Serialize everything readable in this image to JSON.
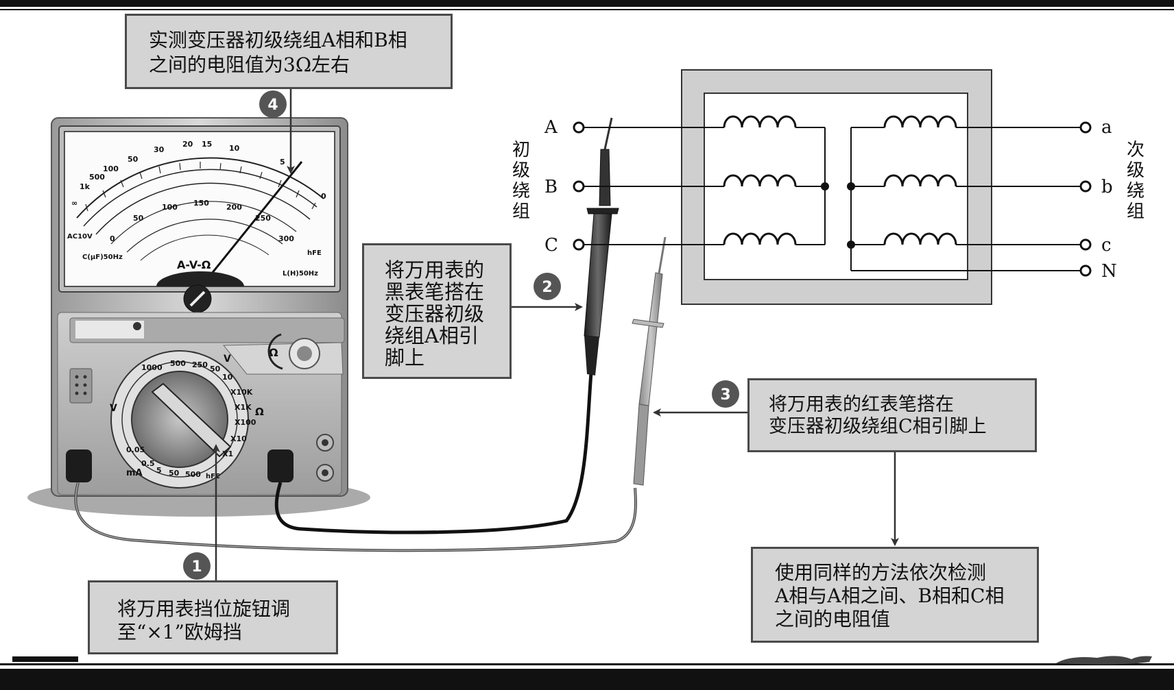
{
  "callouts": {
    "step4": [
      "实测变压器初级绕组A相和B相",
      "之间的电阻值为3Ω左右"
    ],
    "step2": [
      "将万用表的",
      "黑表笔搭在",
      "变压器初级",
      "绕组A相引",
      "脚上"
    ],
    "step3": [
      "将万用表的红表笔搭在",
      "变压器初级绕组C相引脚上"
    ],
    "step5": [
      "使用同样的方法依次检测",
      "A相与A相之间、B相和C相",
      "之间的电阻值"
    ],
    "step1": [
      "将万用表挡位旋钮调",
      "至“×1”欧姆挡"
    ]
  },
  "step_numbers": {
    "n1": "1",
    "n2": "2",
    "n3": "3",
    "n4": "4"
  },
  "transformer": {
    "primary_terminals": [
      "A",
      "B",
      "C"
    ],
    "secondary_terminals": [
      "a",
      "b",
      "c",
      "N"
    ],
    "primary_label": [
      "初",
      "级",
      "绕",
      "组"
    ],
    "secondary_label": [
      "次",
      "级",
      "绕",
      "组"
    ]
  },
  "multimeter": {
    "scale_title": "A-V-Ω",
    "knob_symbol": "Ω",
    "scale_ac": "AC10V",
    "scale_c": "C(μF)50Hz",
    "scale_l": "L(H)50Hz",
    "scale_hfe": "hFE",
    "ohm_scale": [
      "∞",
      "1k",
      "500",
      "100",
      "50",
      "30",
      "20",
      "15",
      "10",
      "5",
      "0"
    ],
    "dc_scale": [
      "0",
      "50",
      "100",
      "150",
      "200",
      "250",
      "300"
    ],
    "dial_left": [
      "1000",
      "500",
      "250",
      "50",
      "10"
    ],
    "dial_ohm": [
      "X10K",
      "X1K",
      "X100",
      "X10",
      "X1"
    ],
    "dial_ma": [
      "0.05",
      "0.5",
      "5",
      "50",
      "500"
    ],
    "dial_v_label": "V",
    "dial_v2_label": "V",
    "dial_ohm_label": "Ω",
    "dial_ma_label": "mA",
    "dial_hfe": "hFE"
  }
}
